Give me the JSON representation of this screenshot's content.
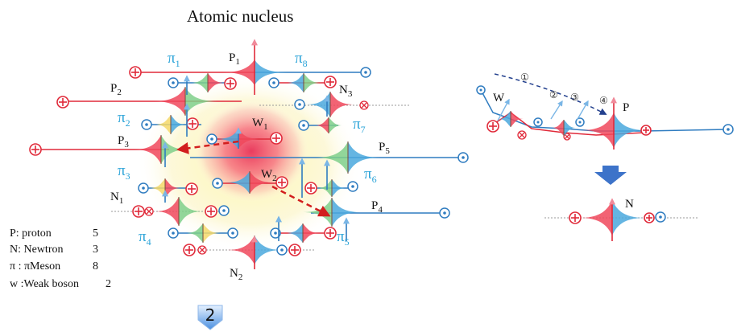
{
  "title": "Atomic nucleus",
  "protons": [
    "P",
    "P",
    "P",
    "P",
    "P"
  ],
  "proton_subs": [
    "1",
    "2",
    "3",
    "4",
    "5"
  ],
  "neutrons": [
    "N",
    "N",
    "N"
  ],
  "neutron_subs": [
    "1",
    "2",
    "3"
  ],
  "mesons": [
    "π",
    "π",
    "π",
    "π",
    "π",
    "π",
    "π",
    "π"
  ],
  "meson_subs": [
    "1",
    "2",
    "3",
    "4",
    "5",
    "6",
    "7",
    "8"
  ],
  "weak": [
    "W",
    "W"
  ],
  "weak_subs": [
    "1",
    "2"
  ],
  "legend": [
    {
      "name": "P: proton",
      "count": "5"
    },
    {
      "name": "N: Newtron",
      "count": "3"
    },
    {
      "name": "π : πMeson",
      "count": "8"
    },
    {
      "name": "w :Weak boson",
      "count": "2"
    }
  ],
  "badge": "2",
  "right_panel": {
    "w_label": "W",
    "p_label": "P",
    "n_label": "N",
    "steps": [
      "①",
      "②",
      "③",
      "④"
    ]
  },
  "colors": {
    "proton": "#e02a3a",
    "neutron": "#2f7cc0",
    "meson": "#2aa3d8",
    "core": "#f05a78",
    "arrow_dash": "#d21e1e",
    "down_arrow": "#3d73c9"
  }
}
